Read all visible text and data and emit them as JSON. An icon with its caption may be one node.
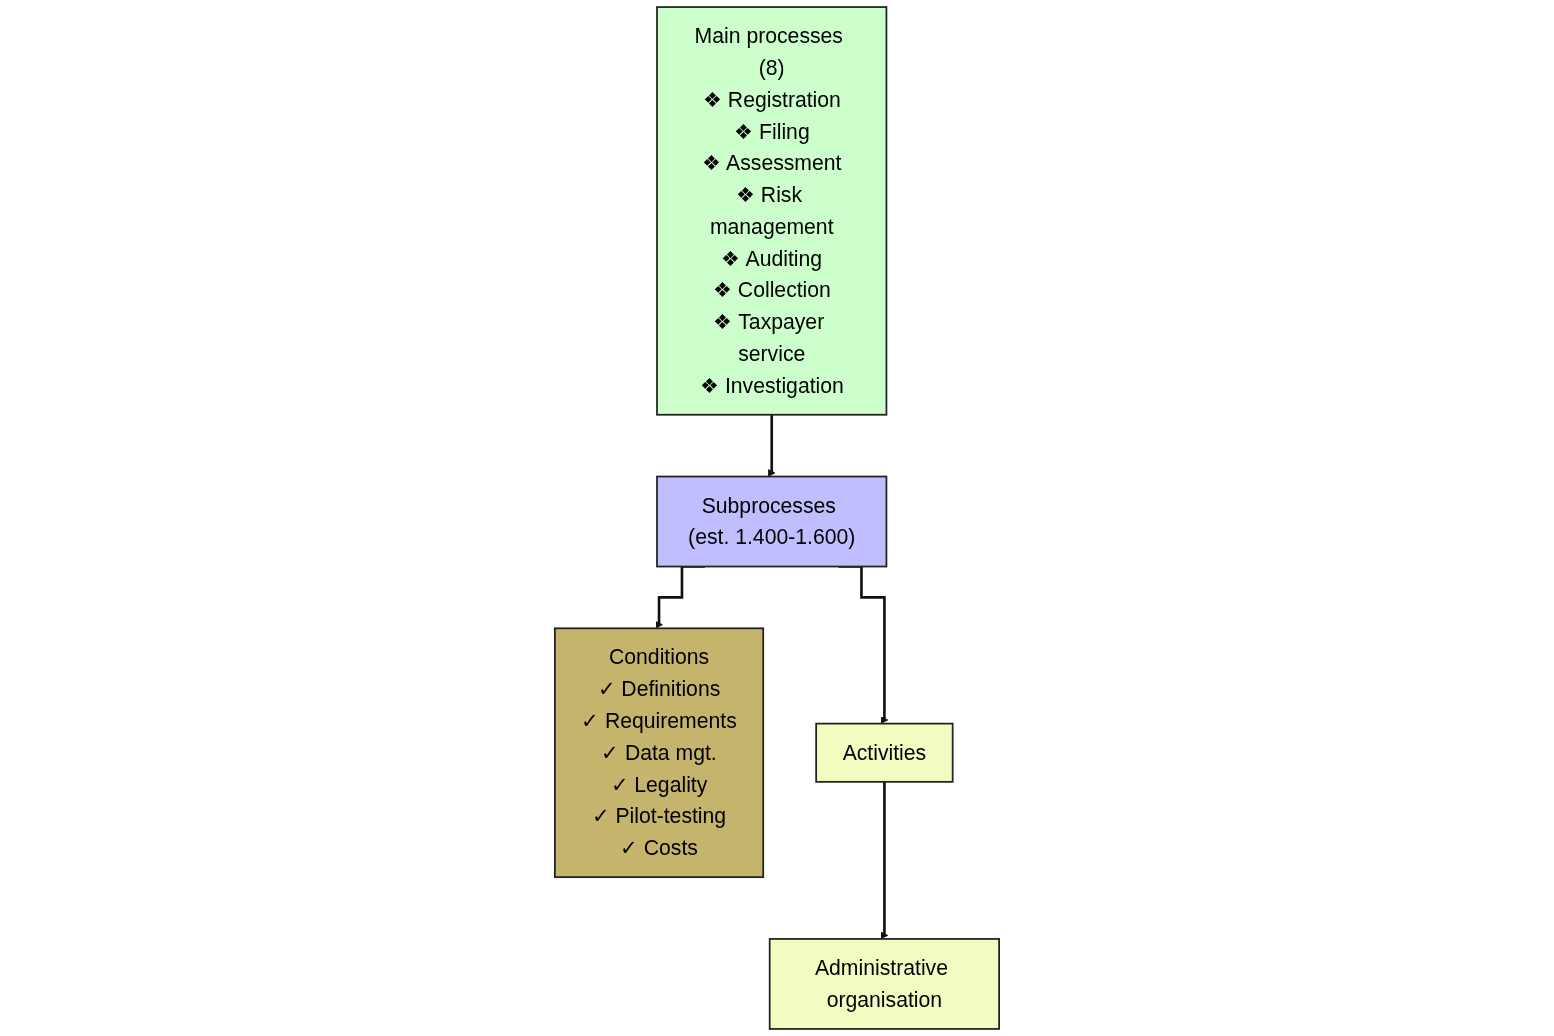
{
  "diagram": {
    "nodes": [
      {
        "text": [
          "Main processes (8)",
          "❖ Registration",
          "❖ Filing",
          "❖ Assessment",
          "❖ Risk management",
          "❖ Auditing",
          "❖ Collection",
          "❖ Taxpayer service",
          "❖ Investigation"
        ]
      },
      {
        "text": [
          "Conditions",
          "✓ Definitions",
          "✓ Requirements",
          "✓ Data mgt.",
          "✓ Legality",
          "✓ Pilot-testing",
          "✓ Costs"
        ]
      },
      {
        "text": [
          "Subprocesses (est. 1.400-1.600)"
        ]
      },
      {
        "text": [
          "Activities"
        ]
      },
      {
        "text": [
          "Administrative organisation"
        ]
      }
    ],
    "edges": [
      {
        "from": 0,
        "to": 2,
        "arrow": "to"
      },
      {
        "from": 2,
        "to": 1,
        "arrow": "to"
      },
      {
        "from": 2,
        "to": 3,
        "arrow": "to"
      },
      {
        "from": 3,
        "to": 4,
        "arrow": "to"
      }
    ]
  }
}
